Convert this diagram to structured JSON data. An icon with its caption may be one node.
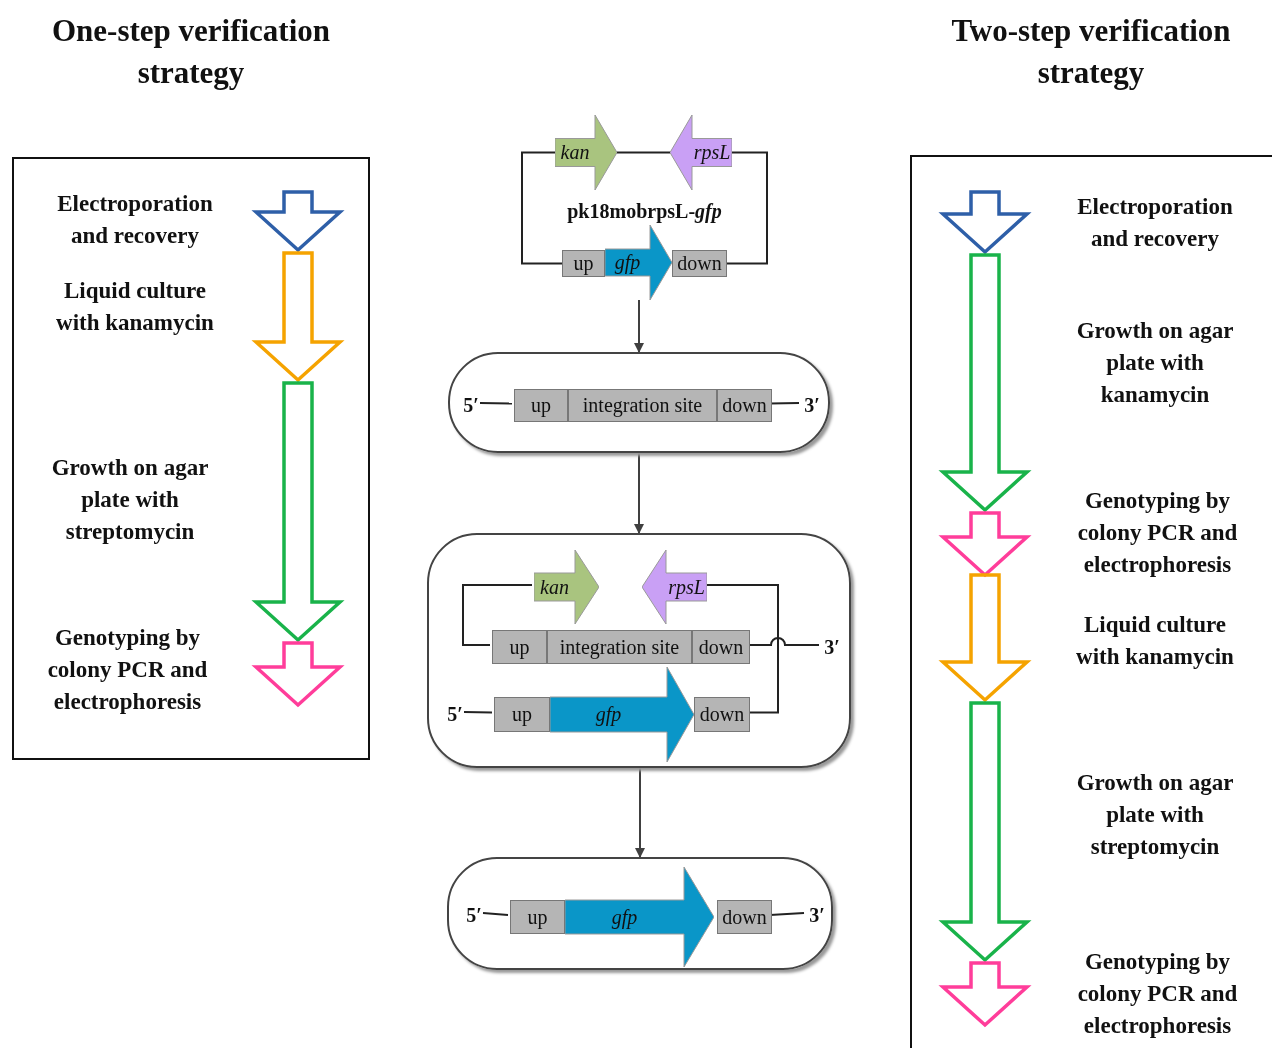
{
  "diagram": {
    "nodes": [
      {
        "text": [
          "One-step verification strategy"
        ]
      },
      {
        "text": [
          "Electroporation and recovery"
        ],
        "in": 0
      },
      {
        "text": [
          "Liquid culture with kanamycin"
        ],
        "in": 0
      },
      {
        "text": [
          "Growth on agar plate with streptomycin"
        ],
        "in": 0
      },
      {
        "text": [
          "Genotyping by colony PCR and electrophoresis"
        ],
        "in": 0
      },
      {
        "text": [
          "pk18mobrpsL-*gfp*"
        ]
      },
      {
        "text": [
          "kan"
        ],
        "in": 5
      },
      {
        "text": [
          "rpsL"
        ],
        "in": 5
      },
      {
        "text": [
          "up"
        ],
        "in": 5
      },
      {
        "text": [
          "gfp"
        ],
        "in": 5
      },
      {
        "text": [
          "down"
        ],
        "in": 5
      },
      {
        "text": [],
        "shape": "box"
      },
      {
        "text": [
          "up"
        ],
        "in": 11
      },
      {
        "text": [
          "integration site"
        ],
        "in": 11
      },
      {
        "text": [
          "down"
        ],
        "in": 11
      },
      {
        "text": [],
        "shape": "box"
      },
      {
        "text": [
          "kan"
        ],
        "in": 15
      },
      {
        "text": [
          "rpsL"
        ],
        "in": 15
      },
      {
        "text": [
          "up"
        ],
        "in": 15
      },
      {
        "text": [
          "integration site"
        ],
        "in": 15
      },
      {
        "text": [
          "down"
        ],
        "in": 15
      },
      {
        "text": [
          "up"
        ],
        "in": 15
      },
      {
        "text": [
          "gfp"
        ],
        "in": 15
      },
      {
        "text": [
          "down"
        ],
        "in": 15
      },
      {
        "text": [],
        "shape": "box"
      },
      {
        "text": [
          "up"
        ],
        "in": 24
      },
      {
        "text": [
          "gfp"
        ],
        "in": 24
      },
      {
        "text": [
          "down"
        ],
        "in": 24
      },
      {
        "text": [
          "Two-step verification strategy"
        ]
      },
      {
        "text": [
          "Electroporation and recovery"
        ],
        "in": 28
      },
      {
        "text": [
          "Growth on agar plate with kanamycin"
        ],
        "in": 28
      },
      {
        "text": [
          "Genotyping by colony PCR and electrophoresis"
        ],
        "in": 28
      },
      {
        "text": [
          "Liquid culture with kanamycin"
        ],
        "in": 28
      },
      {
        "text": [
          "Growth on agar plate with streptomycin"
        ],
        "in": 28
      },
      {
        "text": [
          "Genotyping by colony PCR and electrophoresis"
        ],
        "in": 28
      },
      {
        "text": [
          "5′"
        ],
        "in": 11
      },
      {
        "text": [
          "3′"
        ],
        "in": 11
      },
      {
        "text": [
          "3′"
        ],
        "in": 15
      },
      {
        "text": [
          "5′"
        ],
        "in": 15
      },
      {
        "text": [
          "5′"
        ],
        "in": 24
      },
      {
        "text": [
          "3′"
        ],
        "in": 24
      }
    ],
    "edges": [
      {
        "from": 5,
        "to": 11,
        "arrow": "to"
      },
      {
        "from": 11,
        "to": 15,
        "arrow": "to"
      },
      {
        "from": 15,
        "to": 24,
        "arrow": "to"
      },
      {
        "from": 6,
        "to": 7,
        "arrow": "none"
      },
      {
        "from": 6,
        "to": 8,
        "arrow": "none"
      },
      {
        "from": 7,
        "to": 10,
        "arrow": "none"
      },
      {
        "from": 35,
        "to": 12,
        "arrow": "none"
      },
      {
        "from": 14,
        "to": 36,
        "arrow": "none"
      },
      {
        "from": 16,
        "to": 18,
        "arrow": "none"
      },
      {
        "from": 17,
        "to": 23,
        "arrow": "none"
      },
      {
        "from": 20,
        "to": 37,
        "arrow": "none"
      },
      {
        "from": 38,
        "to": 21,
        "arrow": "none"
      },
      {
        "from": 39,
        "to": 25,
        "arrow": "none"
      },
      {
        "from": 27,
        "to": 40,
        "arrow": "none"
      }
    ]
  }
}
